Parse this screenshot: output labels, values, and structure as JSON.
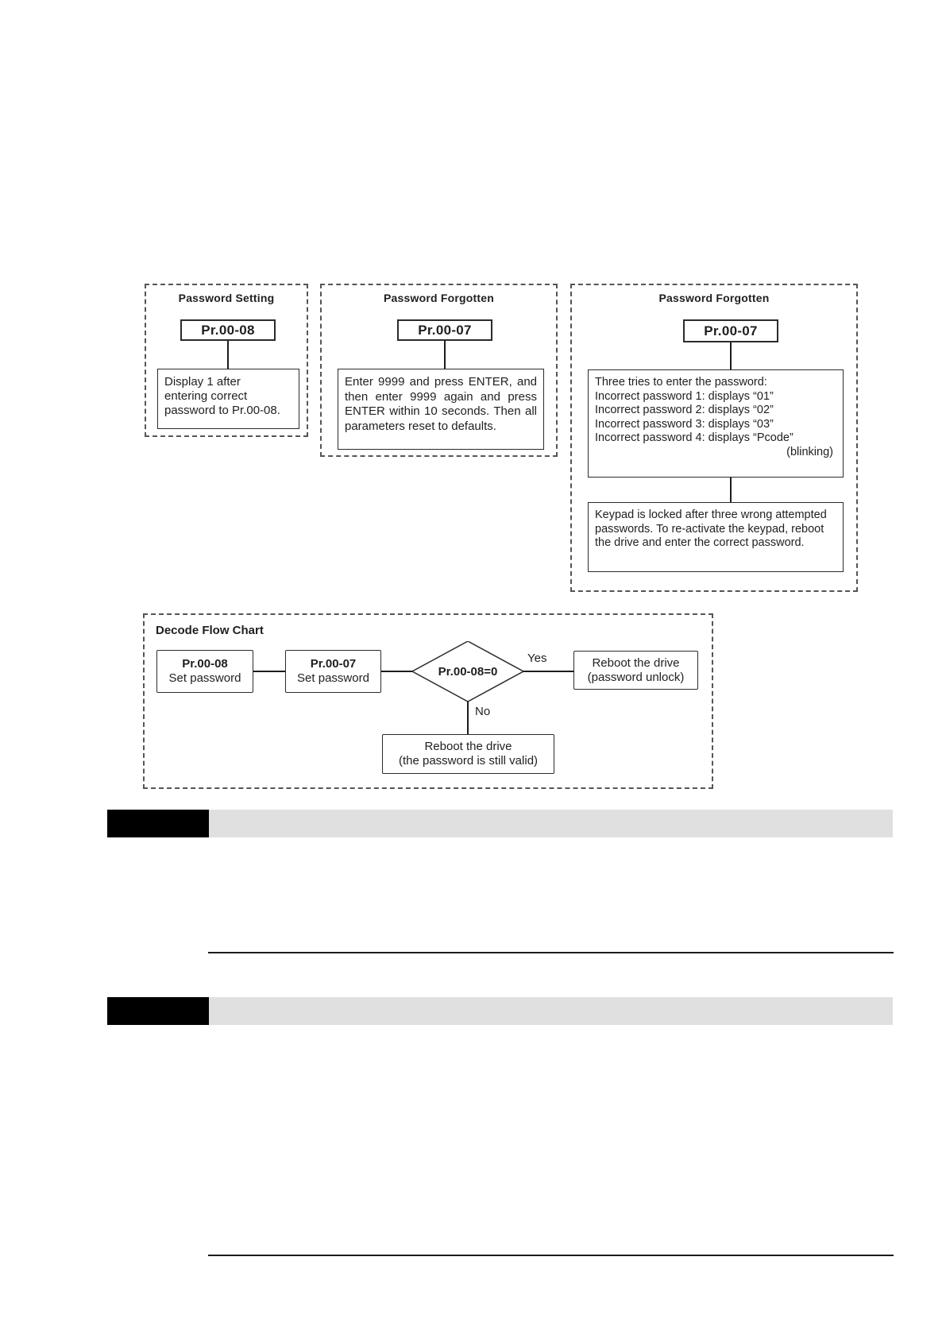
{
  "panels": [
    {
      "title": "Password Setting",
      "param_label": "Pr.00-08",
      "body": "Display 1 after\nentering correct\npassword to Pr.00-08."
    },
    {
      "title": "Password Forgotten",
      "param_label": "Pr.00-07",
      "body": "Enter 9999 and press ENTER, and then enter 9999 again and press ENTER within 10 seconds. Then all parameters reset to defaults."
    },
    {
      "title": "Password Forgotten",
      "param_label": "Pr.00-07",
      "body_lines": [
        "Three tries to enter the password:",
        "Incorrect password 1: displays “01”",
        "Incorrect password 2: displays “02”",
        "Incorrect password 3: displays “03”",
        "Incorrect password 4: displays “Pcode”"
      ],
      "body_note": "(blinking)",
      "body2": "Keypad is locked after three wrong attempted passwords. To re-activate the keypad, reboot the drive and enter the correct password."
    }
  ],
  "flowchart": {
    "title": "Decode Flow Chart",
    "node_pr0008": {
      "line1": "Pr.00-08",
      "line2": "Set password"
    },
    "node_pr0007": {
      "line1": "Pr.00-07",
      "line2": "Set password"
    },
    "decision": {
      "label": "Pr.00-08=0"
    },
    "branch_yes": {
      "label": "Yes",
      "line1": "Reboot the drive",
      "line2": "(password unlock)"
    },
    "branch_no": {
      "label": "No",
      "line1": "Reboot the drive",
      "line2": "(the password is still valid)"
    }
  },
  "colors": {
    "bar_black": "#000000",
    "bar_gray": "#e0e0e0",
    "line": "#1c1c1c",
    "dashed_border": "#555555"
  }
}
